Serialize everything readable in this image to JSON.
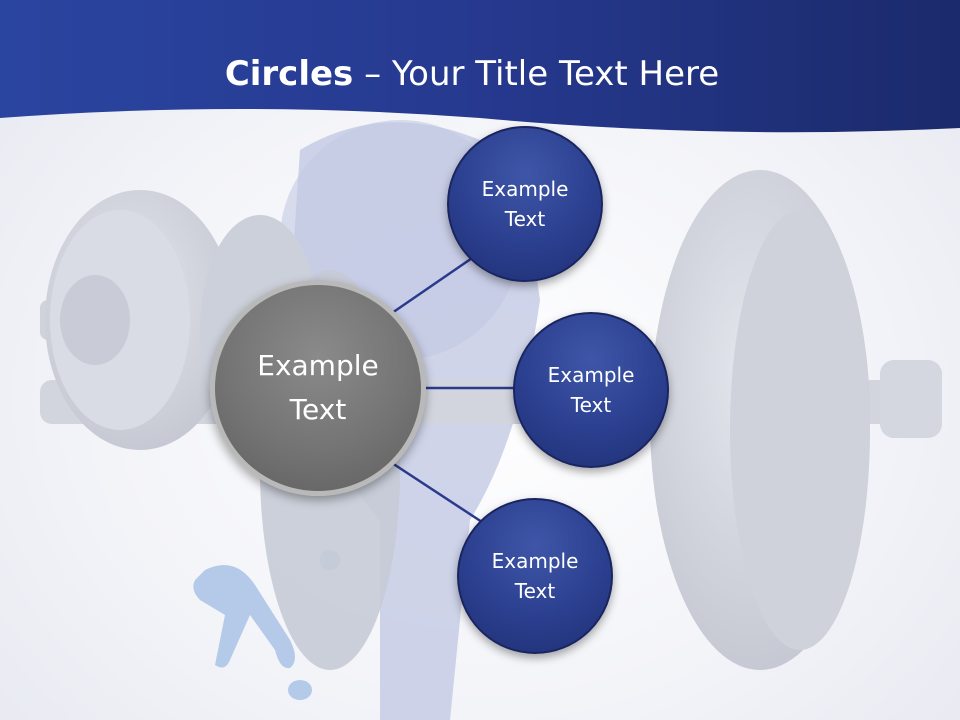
{
  "title": {
    "bold": "Circles",
    "rest": " – Your Title Text Here"
  },
  "main_circle": {
    "line1": "Example",
    "line2": "Text"
  },
  "satellites": [
    {
      "line1": "Example",
      "line2": "Text"
    },
    {
      "line1": "Example",
      "line2": "Text"
    },
    {
      "line1": "Example",
      "line2": "Text"
    }
  ],
  "colors": {
    "header": "#2a3f92",
    "satellite": "#2b3f8f",
    "main": "#747474",
    "connector": "#2a3a8c"
  }
}
